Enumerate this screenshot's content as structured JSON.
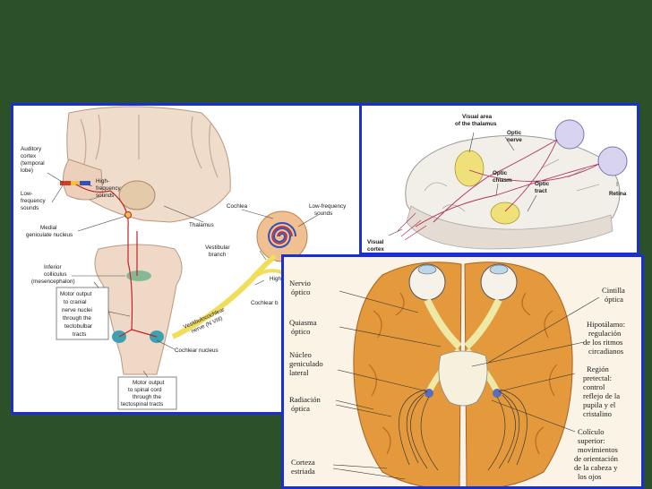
{
  "panel_auditory": {
    "auditory_cortex": [
      "Auditory",
      "cortex",
      "(temporal",
      "lobe)"
    ],
    "low_frequency_sounds_left": [
      "Low-",
      "frequency",
      "sounds"
    ],
    "high_frequency_sounds": [
      "High-",
      "frequency",
      "sounds"
    ],
    "medial_geniculate": [
      "Medial",
      "geniculate nucleus"
    ],
    "thalamus": "Thalamus",
    "cochlea": "Cochlea",
    "low_frequency_sounds_right": [
      "Low-frequency",
      "sounds"
    ],
    "vestibular_branch": [
      "Vestibular",
      "branch"
    ],
    "high_cut": "High",
    "inferior_colliculus": [
      "Inferior",
      "colliculus",
      "(mesencephalon)"
    ],
    "motor_output_cranial": [
      "Motor output",
      "to cranial",
      "nerve nuclei",
      "through the",
      "tectobulbar",
      "tracts"
    ],
    "vestibulocochlear": [
      "Vestibulocochlear",
      "nerve (N VIII)"
    ],
    "cochlear_branch_cut": "Cochlear b",
    "cochlear_nucleus": "Cochlear nucleus",
    "motor_output_spinal": [
      "Motor output",
      "to spinal cord",
      "through the",
      "tectospinal tracts"
    ]
  },
  "panel_visual": {
    "visual_area_thalamus": [
      "Visual area",
      "of the thalamus"
    ],
    "optic_nerve": [
      "Optic",
      "nerve"
    ],
    "optic_chiasm": [
      "Optic",
      "chiasm"
    ],
    "optic_tract": [
      "Optic",
      "tract"
    ],
    "retina": "Retina",
    "visual_cortex": [
      "Visual",
      "cortex"
    ]
  },
  "panel_spanish": {
    "nervio_optico": [
      "Nervio",
      "óptico"
    ],
    "quiasma_optico": [
      "Quiasma",
      "óptico"
    ],
    "nucleo_geniculado": [
      "Núcleo",
      "geniculado",
      "lateral"
    ],
    "radiacion_optica": [
      "Radiación",
      "óptica"
    ],
    "corteza_estriada": [
      "Corteza",
      "estriada"
    ],
    "cintilla_optica": [
      "Cintilla",
      "óptica"
    ],
    "hipotalamo": [
      "Hipotálamo:",
      "regulación",
      "de los ritmos",
      "circadianos"
    ],
    "region_pretectal": [
      "Región",
      "pretectal:",
      "control",
      "reflejo de la",
      "pupila y el",
      "cristalino"
    ],
    "coliculo_superior": [
      "Colículo",
      "superior:",
      "movimientos",
      "de orientación",
      "de la cabeza y",
      "los ojos"
    ]
  },
  "colors": {
    "background": "#2c5027",
    "panel_border": "#1a2fd0",
    "brain_tissue": "#e8b87a",
    "brain_orange": "#e08a2c",
    "nerve_yellow": "#f0dd5a",
    "pathway_red": "#c0242a"
  }
}
